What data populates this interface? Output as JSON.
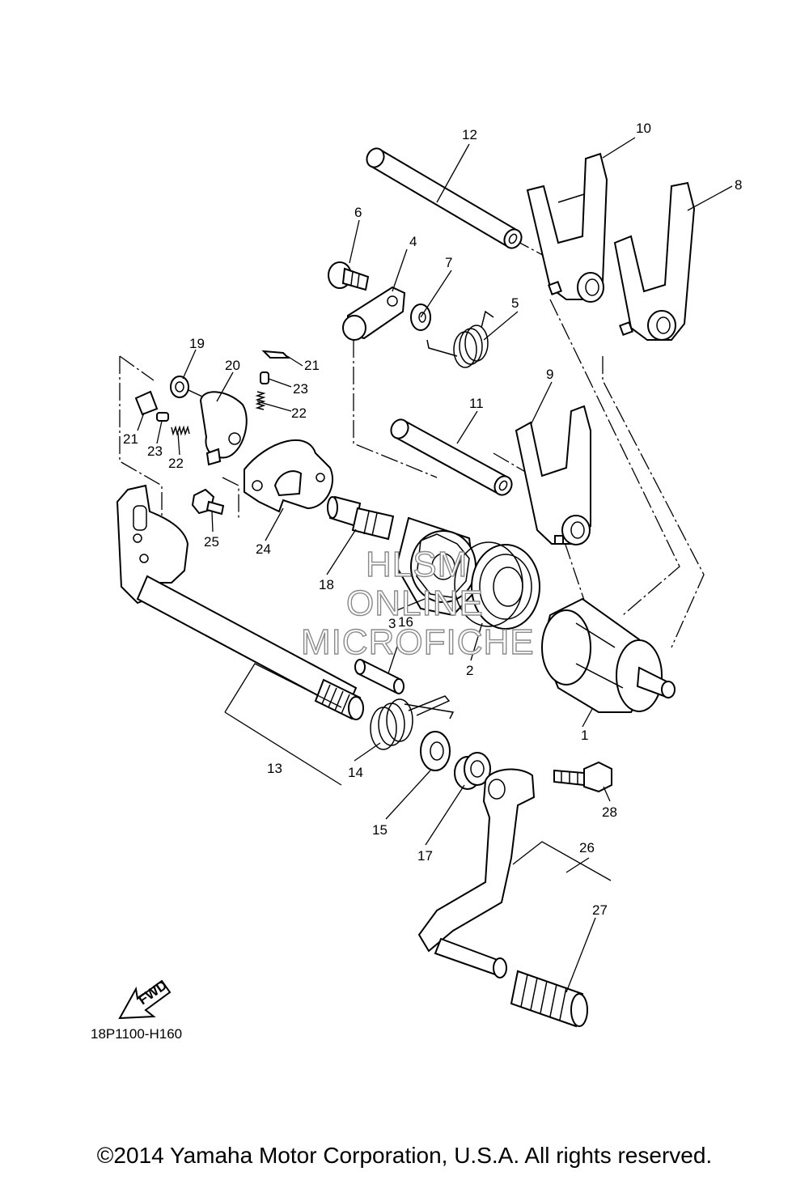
{
  "diagram": {
    "callouts": [
      "1",
      "2",
      "3",
      "4",
      "5",
      "6",
      "7",
      "8",
      "9",
      "10",
      "11",
      "12",
      "13",
      "14",
      "15",
      "16",
      "17",
      "18",
      "19",
      "20",
      "21",
      "22",
      "23",
      "24",
      "25",
      "26",
      "27",
      "28"
    ],
    "fwd_arrow_label": "FWD",
    "diagram_code": "18P1100-H160",
    "watermark": [
      "HLSM",
      "ONLINE",
      "MICROFICHE"
    ]
  },
  "footer": {
    "copyright": "©2014 Yamaha Motor Corporation, U.S.A. All rights reserved."
  }
}
